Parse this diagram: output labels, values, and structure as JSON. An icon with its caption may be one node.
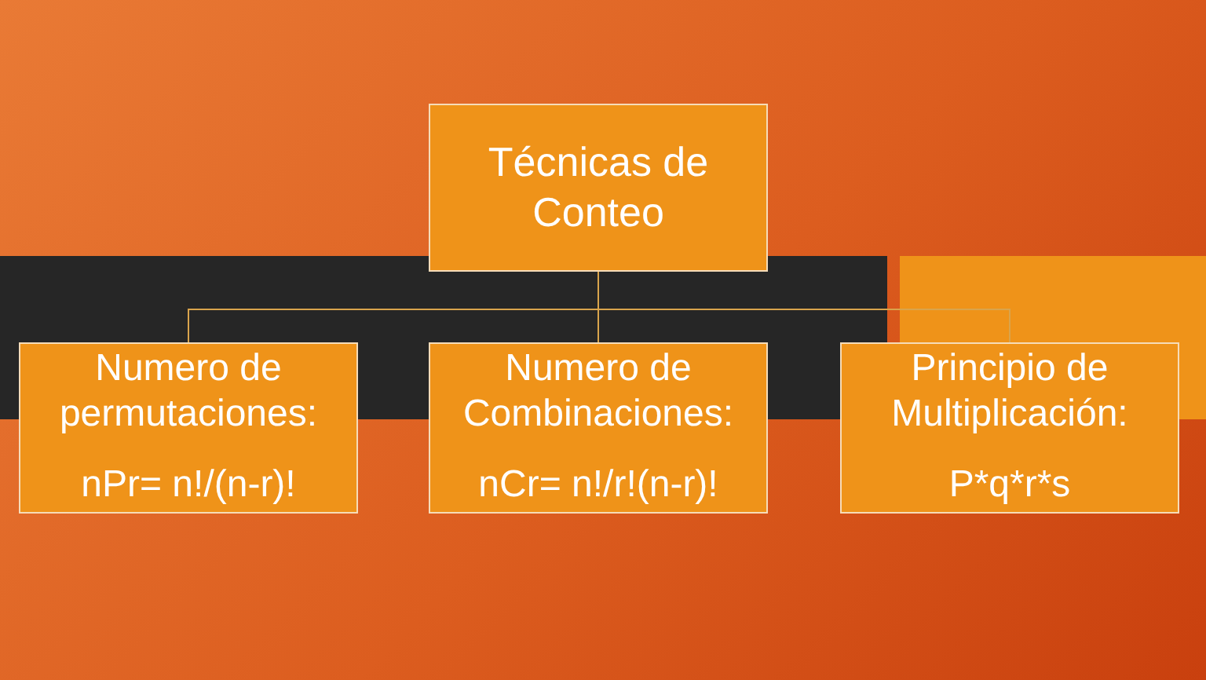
{
  "diagram": {
    "nodes": [
      {
        "text": [
          "Técnicas de Conteo"
        ]
      },
      {
        "text": [
          "Numero de permutaciones:",
          "nPr= n!/(n-r)!"
        ]
      },
      {
        "text": [
          "Numero de Combinaciones:",
          "nCr= n!/r!(n-r)!"
        ]
      },
      {
        "text": [
          "Principio de Multiplicación:",
          "P*q*r*s"
        ]
      }
    ],
    "edges": [
      {
        "from": 0,
        "to": 1,
        "arrow": "none"
      },
      {
        "from": 0,
        "to": 2,
        "arrow": "none"
      },
      {
        "from": 0,
        "to": 3,
        "arrow": "none"
      }
    ]
  }
}
